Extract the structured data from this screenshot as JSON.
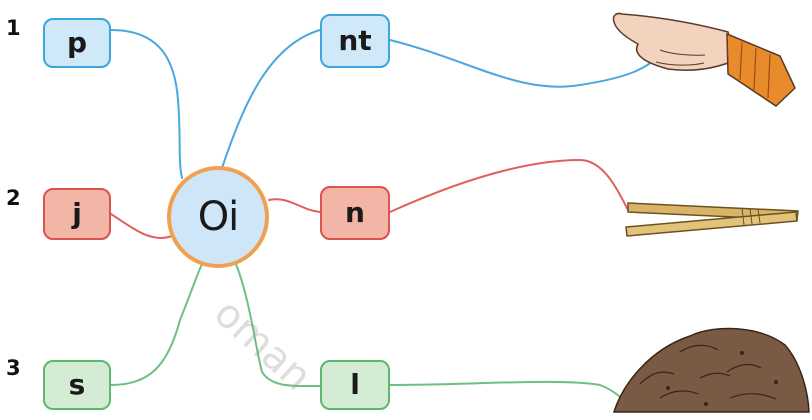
{
  "numbers": [
    "1",
    "2",
    "3"
  ],
  "hub": {
    "label": "Oi"
  },
  "left_tiles": [
    {
      "label": "p",
      "color": "blue"
    },
    {
      "label": "j",
      "color": "red"
    },
    {
      "label": "s",
      "color": "green"
    }
  ],
  "right_tiles": [
    {
      "label": "nt",
      "color": "blue"
    },
    {
      "label": "n",
      "color": "red"
    },
    {
      "label": "l",
      "color": "green"
    }
  ],
  "pictures": [
    "pointing-hand",
    "two-wooden-sticks",
    "pile-of-soil"
  ],
  "watermark": "oman",
  "colors": {
    "blue": {
      "fill": "#cfe9f8",
      "stroke": "#3aa6dc",
      "line": "#4aa8dc"
    },
    "red": {
      "fill": "#f3b5a6",
      "stroke": "#d9534f",
      "line": "#e0605c"
    },
    "green": {
      "fill": "#d3ecd3",
      "stroke": "#5cb870",
      "line": "#6cc080"
    },
    "hub_fill": "#cfe6f8",
    "hub_stroke": "#f0a050"
  }
}
